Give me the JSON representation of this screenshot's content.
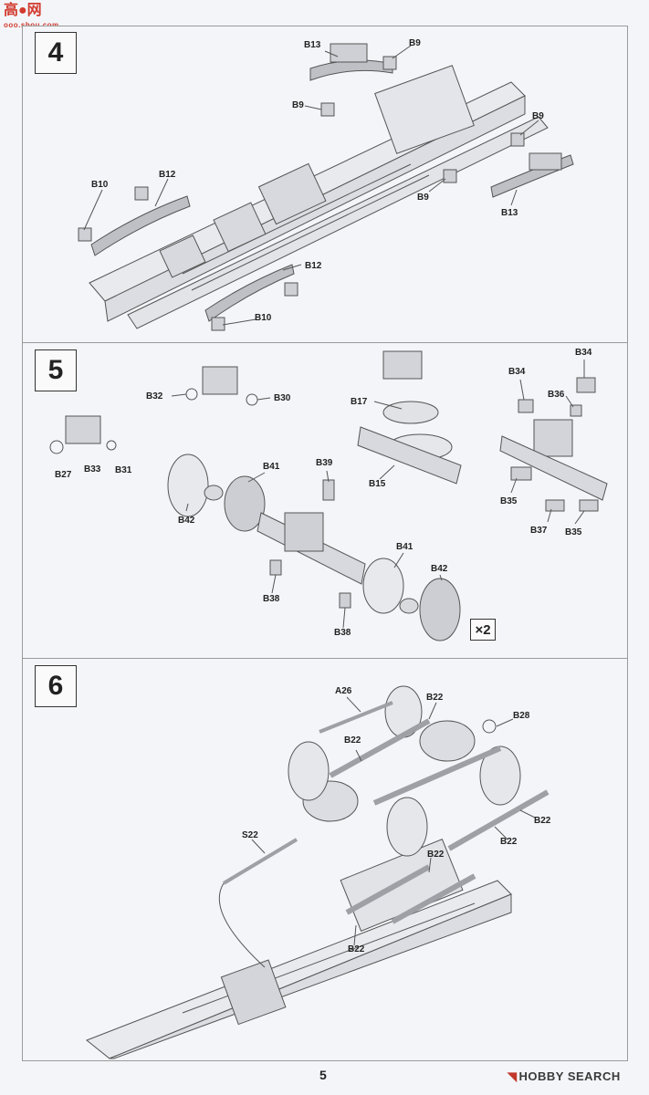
{
  "watermark": {
    "logo_text": "高●网",
    "site": "ooo.shou.com"
  },
  "steps": {
    "s4": "4",
    "s5": "5",
    "s6": "6"
  },
  "step4": {
    "b13_top": "B13",
    "b9_top_right": "B9",
    "b9_mid_left": "B9",
    "b9_right": "B9",
    "b9_lower": "B9",
    "b13_lower": "B13",
    "b10_left": "B10",
    "b12_left": "B12",
    "b12_lower": "B12",
    "b10_lower": "B10"
  },
  "step5": {
    "b32": "B32",
    "b30": "B30",
    "b27": "B27",
    "b33": "B33",
    "b31": "B31",
    "b17": "B17",
    "b15": "B15",
    "b34_top": "B34",
    "b34_left": "B34",
    "b36": "B36",
    "b35_left": "B35",
    "b37": "B37",
    "b35_right": "B35",
    "b41_left": "B41",
    "b39": "B39",
    "b42_left": "B42",
    "b38_upper": "B38",
    "b38_lower": "B38",
    "b41_right": "B41",
    "b42_right": "B42",
    "multiplier": "×2"
  },
  "step6": {
    "a26": "A26",
    "b22_top": "B22",
    "b28": "B28",
    "b22_mid_left": "B22",
    "b22_right_upper": "B22",
    "b22_right_lower": "B22",
    "s22": "S22",
    "b22_center": "B22",
    "b22_bottom": "B22"
  },
  "footer": {
    "page_number": "5",
    "brand_text": "HOBBY SEARCH"
  },
  "colors": {
    "ink": "#222222",
    "line": "#555555",
    "paper": "#f4f5f9",
    "brand_red": "#c0392b"
  }
}
